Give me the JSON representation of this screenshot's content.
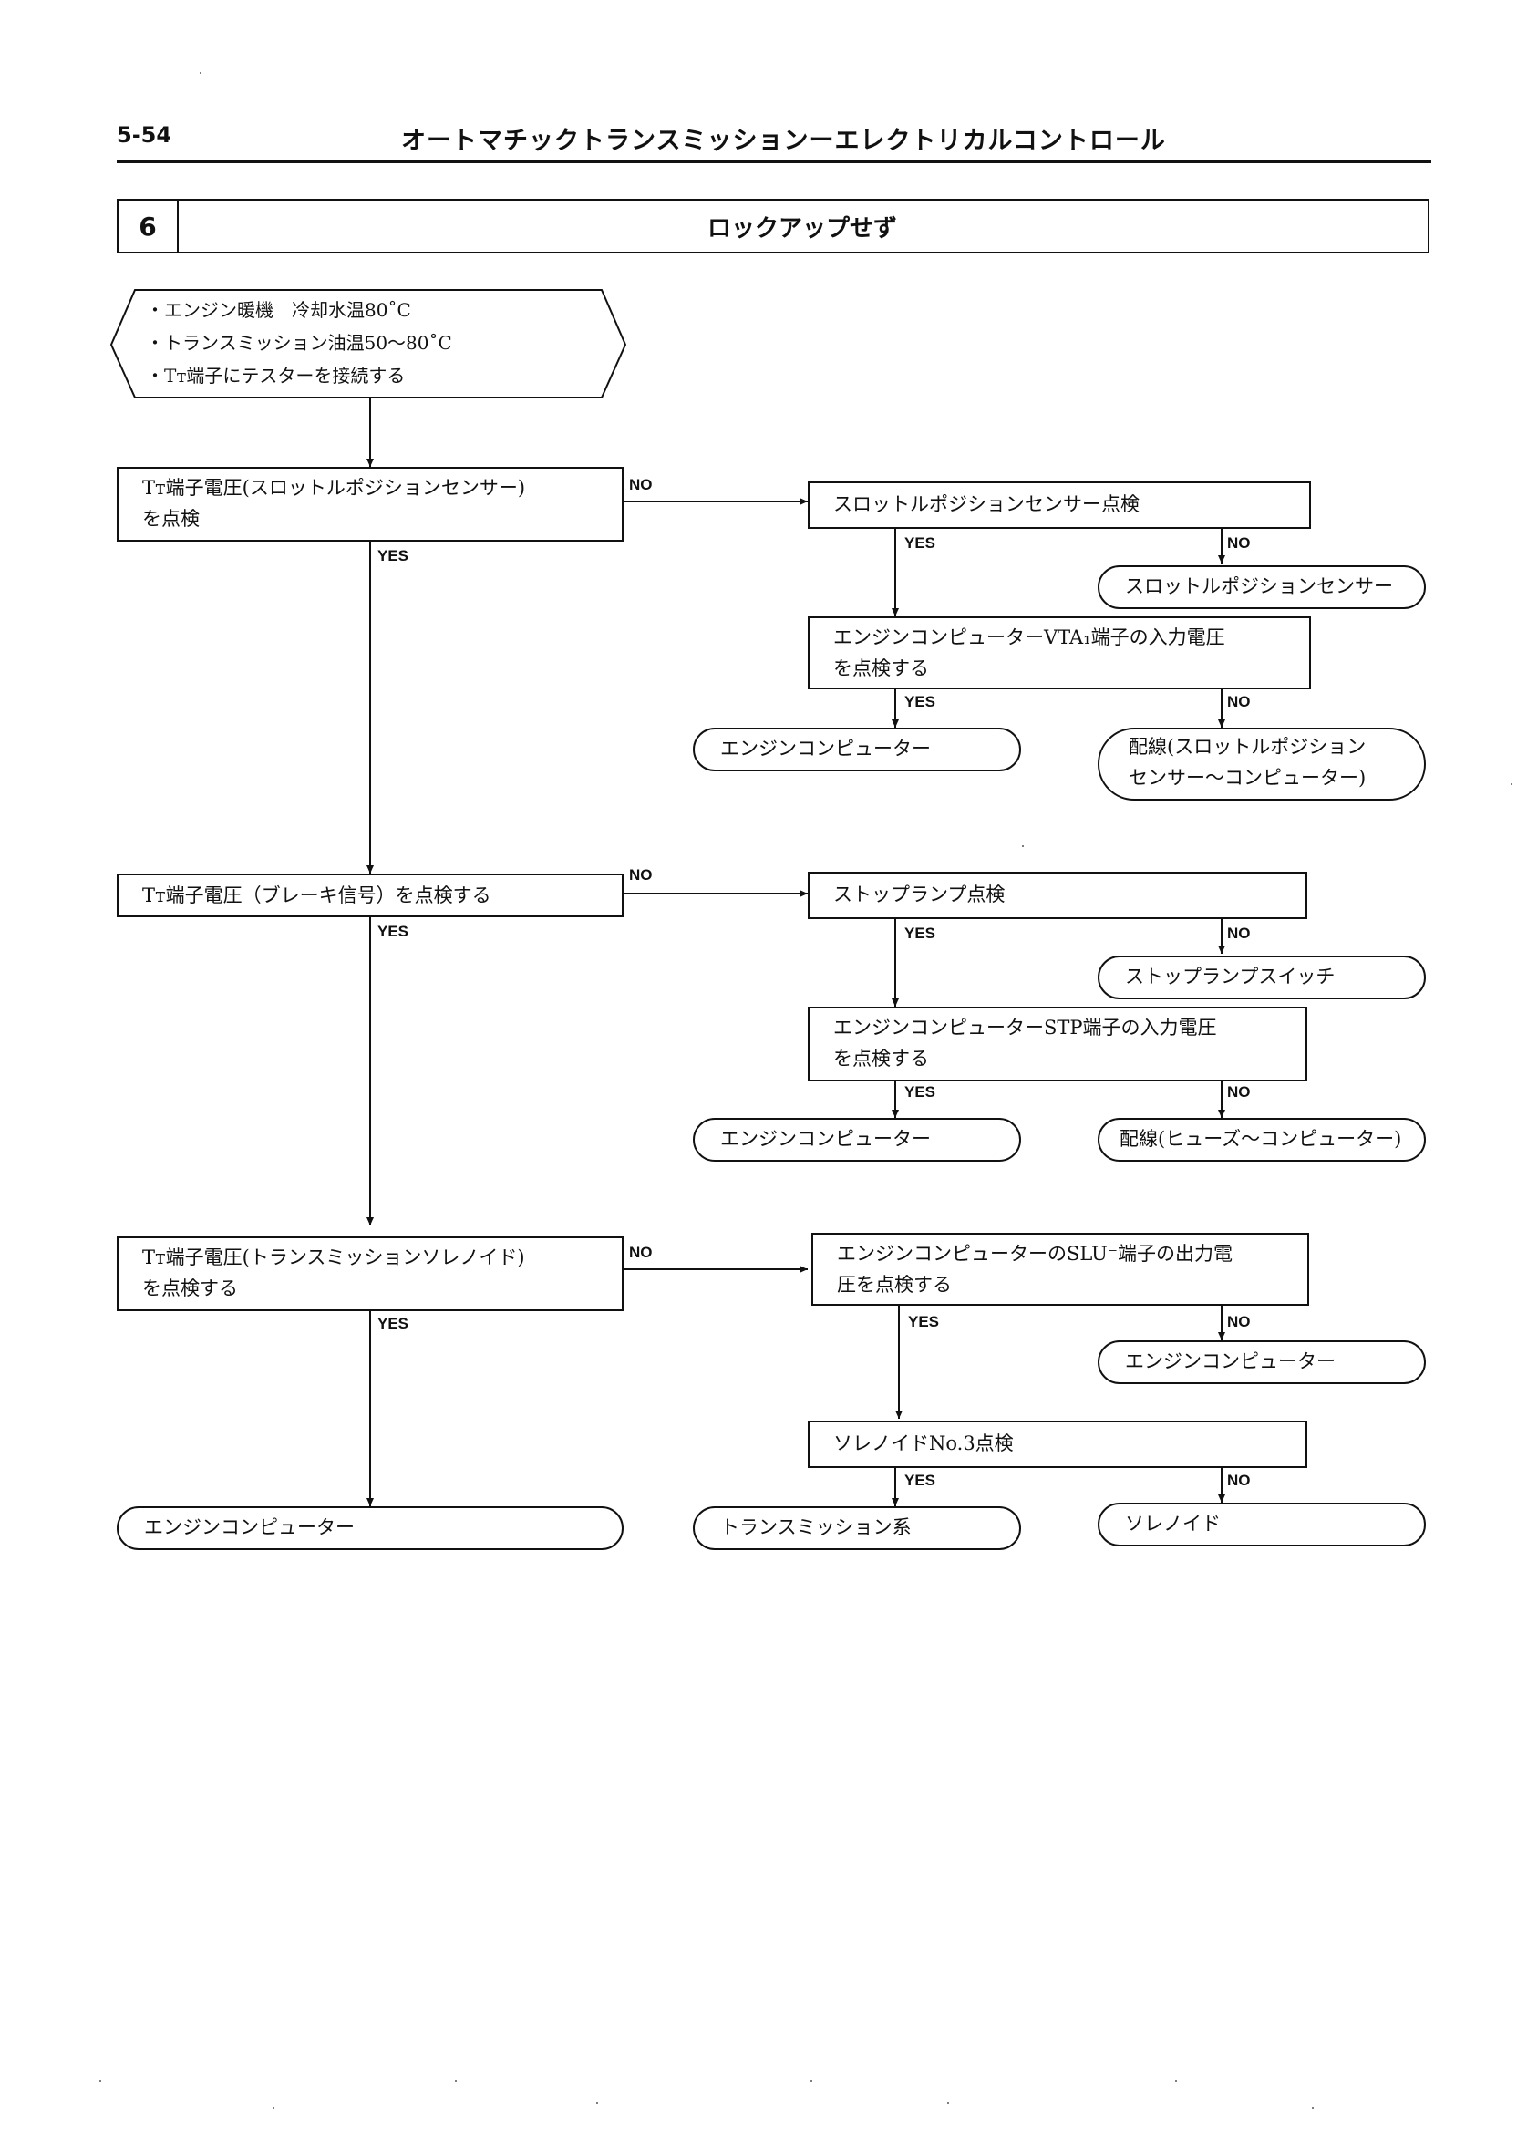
{
  "header": {
    "page_number": "5-54",
    "title": "オートマチックトランスミッションーエレクトリカルコントロール"
  },
  "section": {
    "number": "6",
    "title": "ロックアップせず"
  },
  "precondition": {
    "lines": [
      "・エンジン暖機　冷却水温80˚C",
      "・トランスミッション油温50〜80˚C",
      "・Tᴛ端子にテスターを接続する"
    ]
  },
  "checks": {
    "throttle_voltage": [
      "Tᴛ端子電圧(スロットルポジションセンサー)",
      "を点検"
    ],
    "brake_voltage": "Tᴛ端子電圧（ブレーキ信号）を点検する",
    "solenoid_voltage": [
      "Tᴛ端子電圧(トランスミッションソレノイド)",
      "を点検する"
    ],
    "throttle_sensor_check": "スロットルポジションセンサー点検",
    "vta_input": [
      "エンジンコンピューターVTA₁端子の入力電圧",
      "を点検する"
    ],
    "stop_lamp_check": "ストップランプ点検",
    "stp_input": [
      "エンジンコンピューターSTP端子の入力電圧",
      "を点検する"
    ],
    "slu_output": [
      "エンジンコンピューターのSLU⁻端子の出力電",
      "圧を点検する"
    ],
    "solenoid3_check": "ソレノイドNo.3点検"
  },
  "results": {
    "throttle_sensor": "スロットルポジションセンサー",
    "engine_computer_1": "エンジンコンピューター",
    "wiring_throttle": [
      "配線(スロットルポジション",
      "センサー〜コンピューター)"
    ],
    "stop_lamp_switch": "ストップランプスイッチ",
    "engine_computer_2": "エンジンコンピューター",
    "wiring_fuse": "配線(ヒューズ〜コンピューター)",
    "engine_computer_3": "エンジンコンピューター",
    "engine_computer_main": "エンジンコンピューター",
    "transmission_system": "トランスミッション系",
    "solenoid": "ソレノイド"
  },
  "labels": {
    "yes": "YES",
    "no": "NO"
  }
}
